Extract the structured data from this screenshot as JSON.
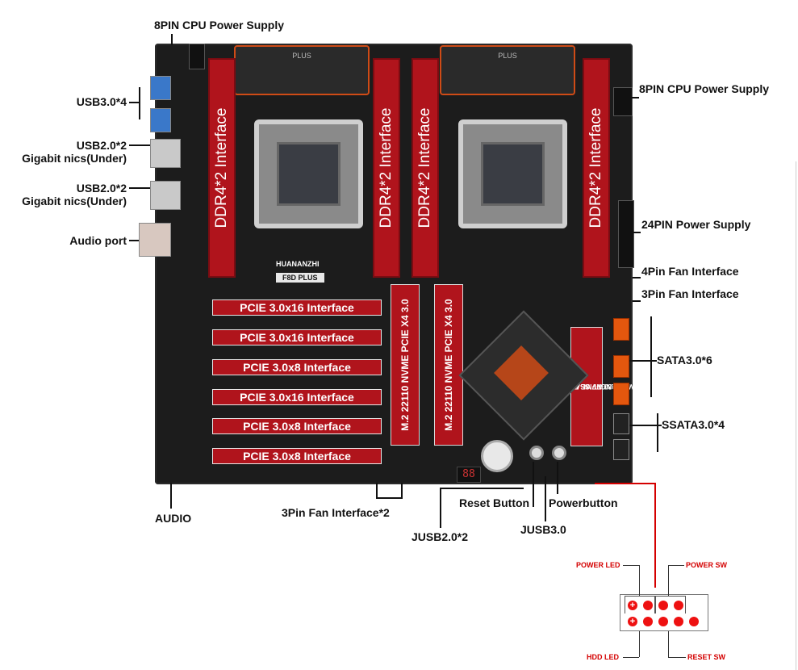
{
  "labels": {
    "cpu_power_top": "8PIN CPU Power Supply",
    "usb30": "USB3.0*4",
    "usb20_a": "USB2.0*2",
    "nics_a": "Gigabit nics(Under)",
    "usb20_b": "USB2.0*2",
    "nics_b": "Gigabit nics(Under)",
    "audio_port": "Audio port",
    "audio": "AUDIO",
    "cpu_power_right": "8PIN CPU Power Supply",
    "power24": "24PIN Power Supply",
    "fan4pin": "4Pin Fan Interface",
    "fan3pin": "3Pin Fan Interface",
    "sata": "SATA3.0*6",
    "ssata": "SSATA3.0*4",
    "fan3pin_bottom": "3Pin  Fan Interface*2",
    "jusb20": "JUSB2.0*2",
    "reset_button": "Reset Button",
    "power_button": "Powerbutton",
    "jusb30": "JUSB3.0"
  },
  "board": {
    "ddr_slots": [
      "DDR4*2 Interface",
      "DDR4*2 Interface",
      "DDR4*2 Interface",
      "DDR4*2 Interface"
    ],
    "pcie_slots": [
      "PCIE 3.0x16 Interface",
      "PCIE 3.0x16 Interface",
      "PCIE 3.0x8 Interface",
      "PCIE 3.0x16 Interface",
      "PCIE 3.0x8 Interface",
      "PCIE 3.0x8 Interface"
    ],
    "m2_a": "M.2 22110 NVME PCIE X4 3.0",
    "m2_b": "M.2 22110 NVME PCIE X4 3.0",
    "m2_c_line1": "M.2 2280 NVME PCIE X4 2.0",
    "m2_c_line2": "&NGFF SSATA3.0",
    "brand": "HUANANZHI",
    "model": "F8D PLUS",
    "heatsink_text": "PLUS",
    "debug_display": "88"
  },
  "front_panel": {
    "power_led": "POWER LED",
    "power_sw": "POWER SW",
    "hdd_led": "HDD LED",
    "reset_sw": "RESET SW",
    "plus": "+"
  },
  "colors": {
    "accent_red": "#b0141c",
    "callout_red": "#d40000",
    "sata_orange": "#e4570e"
  }
}
